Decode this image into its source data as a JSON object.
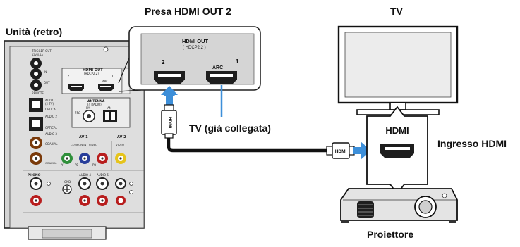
{
  "labels": {
    "unit_rear": "Unità (retro)",
    "hdmi_out2_jack": "Presa HDMI OUT 2",
    "tv": "TV",
    "tv_connected": "TV (già collegata)",
    "hdmi_input": "Ingresso HDMI",
    "projector": "Proiettore"
  },
  "zoom_panel": {
    "title": "HDMI OUT",
    "subtitle": "( HDCP2.2 )",
    "port_2": "2",
    "port_1": "1",
    "arc": "ARC"
  },
  "projector_callout": {
    "label": "HDMI"
  },
  "cable": {
    "plug_label": "HDMI"
  },
  "rear_panel": {
    "trigger_out": "TRIGGER OUT",
    "trigger_spec": "12V 0.1A",
    "ir_in": "IN",
    "ir_out": "OUT",
    "remote": "REMOTE",
    "hdmi_out_small": "HDMI OUT",
    "hdcp_small": "(HDCP2.2)",
    "small_port_2": "2",
    "small_port_1": "1",
    "small_arc": "ARC",
    "audio1": "AUDIO 1",
    "audio1_sub": "(2 TV)",
    "optical1": "OPTICAL",
    "audio2": "AUDIO 2",
    "optical2": "OPTICAL",
    "audio3": "AUDIO 3",
    "coaxial3": "COAXIAL",
    "antenna": "ANTENNA",
    "antenna_sub": "(4 RADIO)",
    "fm": "FM",
    "am": "AM",
    "tsd": "75Ω",
    "av1": "AV 1",
    "av2": "AV 2",
    "component_video": "COMPONENT VIDEO",
    "video": "VIDEO",
    "coaxial_av": "COAXIAL",
    "y": "Y",
    "pb": "PB",
    "pr": "PR",
    "phono": "PHONO",
    "gnd": "GND",
    "audio4": "AUDIO 4",
    "audio5": "AUDIO 5"
  },
  "colors": {
    "arrow_blue": "#3d8fd9",
    "line_blue": "#3d8fd9",
    "panel_grey": "#cfcfcf",
    "dark": "#1e1e1e"
  }
}
